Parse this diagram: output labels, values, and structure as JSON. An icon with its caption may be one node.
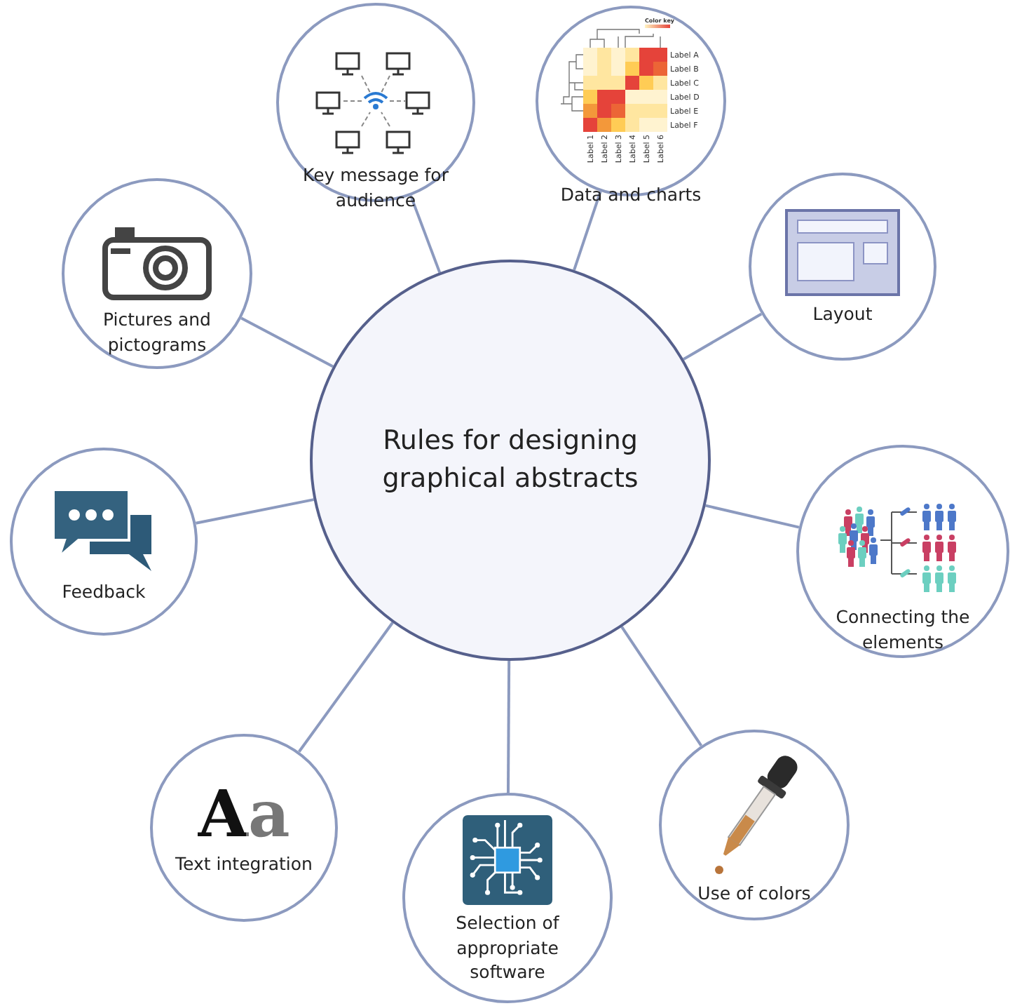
{
  "diagram": {
    "nodes": [
      {
        "text": [
          "Rules for designing graphical abstracts"
        ]
      },
      {
        "text": [
          "Key message for audience"
        ]
      },
      {
        "text": [
          "Data and charts"
        ]
      },
      {
        "text": [
          "Pictures and pictograms"
        ]
      },
      {
        "text": [
          "Layout"
        ]
      },
      {
        "text": [
          "Feedback"
        ]
      },
      {
        "text": [
          "Connecting the elements"
        ]
      },
      {
        "text": [
          "Text integration"
        ]
      },
      {
        "text": [
          "Use of colors"
        ]
      },
      {
        "text": [
          "Selection of appropriate software"
        ]
      }
    ],
    "edges": [
      {
        "from": 0,
        "to": 1,
        "arrow": "none"
      },
      {
        "from": 0,
        "to": 2,
        "arrow": "none"
      },
      {
        "from": 0,
        "to": 3,
        "arrow": "none"
      },
      {
        "from": 0,
        "to": 4,
        "arrow": "none"
      },
      {
        "from": 0,
        "to": 5,
        "arrow": "none"
      },
      {
        "from": 0,
        "to": 6,
        "arrow": "none"
      },
      {
        "from": 0,
        "to": 7,
        "arrow": "none"
      },
      {
        "from": 0,
        "to": 8,
        "arrow": "none"
      },
      {
        "from": 0,
        "to": 9,
        "arrow": "none"
      }
    ],
    "labels": [
      "Color key",
      "Label A",
      "Label B",
      "Label C",
      "Label D",
      "Label E",
      "Label F",
      "Label 1",
      "Label 2",
      "Label 3",
      "Label 4",
      "Label 5",
      "Label 6",
      "Aa"
    ]
  }
}
